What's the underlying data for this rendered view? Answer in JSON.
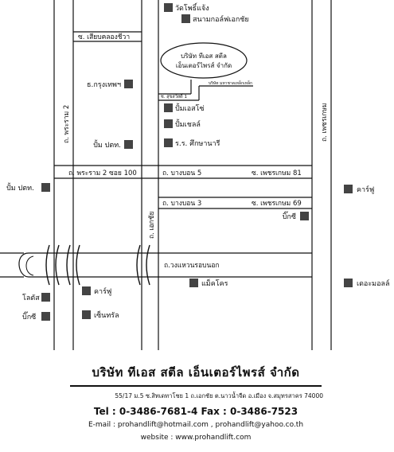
{
  "map": {
    "places": {
      "wat": "วัดโพธิ์แจ้ง",
      "sanam_golf": "สนามกอล์ฟเอกชัย",
      "bank": "ธ.กรุงเทพฯ",
      "ptt_left": "ปั้ม ปตท.",
      "ptt_far_left": "ปั้ม ปตท.",
      "company_bubble": "บริษัท ทีเอส สตีล เอ็นเตอร์ไพรส์ จำกัด",
      "company_small": "บริษัท มหาชาดเหล็กเหล็ก",
      "pump_es": "ปั้มเอสโซ่",
      "pump_shell": "ปั้มเชลล์",
      "school": "ร.ร. ศึกษานารี",
      "carrefour_right": "คาร์ฟู",
      "big_c_right": "บิ๊กซี",
      "makro": "แม็คโคร",
      "the_mall": "เดอะมอลล์",
      "lotus": "โลตัส",
      "big_c_left": "บิ๊กซี",
      "carrefour_left": "คาร์ฟู",
      "central": "เซ็นทรัล"
    },
    "roads": {
      "soi_top": "ซ. เสียบคลองชีวา",
      "rama2": "ถ. พระราม 2",
      "petchkasem": "ถ. เพชรเกษม",
      "rama2_soi100": "ถ. พระราม 2 ซอย 100",
      "bangbon5": "ถ. บางบอน 5",
      "petch81": "ซ. เพชรเกษม 81",
      "bangbon3": "ถ. บางบอน 3",
      "petch69": "ซ. เพชรเกษม 69",
      "ekachai": "ถ. เอกชัย",
      "ring_road": "ถ.วงแหวนรอบนอก",
      "soi_small": "ซ. สุขสวัสดิ์ 1"
    }
  },
  "info": {
    "company": "บริษัท ทีเอส สตีล เอ็นเตอร์ไพรส์ จำกัด",
    "address": "55/17 ม.5 ซ.สิทเดทาโชย 1 ถ.เอกชัย ต.นาวน้ำจืด อ.เมือง จ.สมุทรสาคร 74000",
    "phone": "Tel : 0-3486-7681-4   Fax : 0-3486-7523",
    "email": "E-mail : prohandlift@hotmail.com , prohandlift@yahoo.co.th",
    "website": "website : www.prohandlift.com"
  }
}
